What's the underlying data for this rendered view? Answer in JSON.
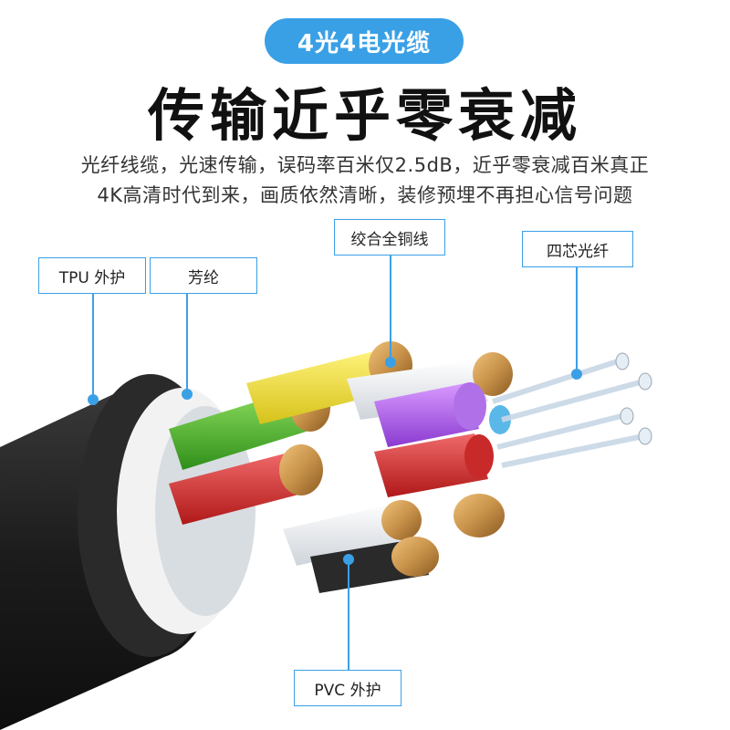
{
  "badge": "4光4电光缆",
  "headline": "传输近乎零衰减",
  "description": {
    "line1": "光纤线缆，光速传输，误码率百米仅2.5dB，近乎零衰减百米真正",
    "line2": "4K高清时代到来，画质依然清晰，装修预埋不再担心信号问题"
  },
  "callouts": {
    "tpu": "TPU 外护",
    "aramid": "芳纶",
    "copper": "绞合全铜线",
    "fiber": "四芯光纤",
    "pvc": "PVC 外护"
  },
  "colors": {
    "accent": "#3aa0e6",
    "jacket": "#1e1e1e",
    "copper": "#c8924a"
  }
}
